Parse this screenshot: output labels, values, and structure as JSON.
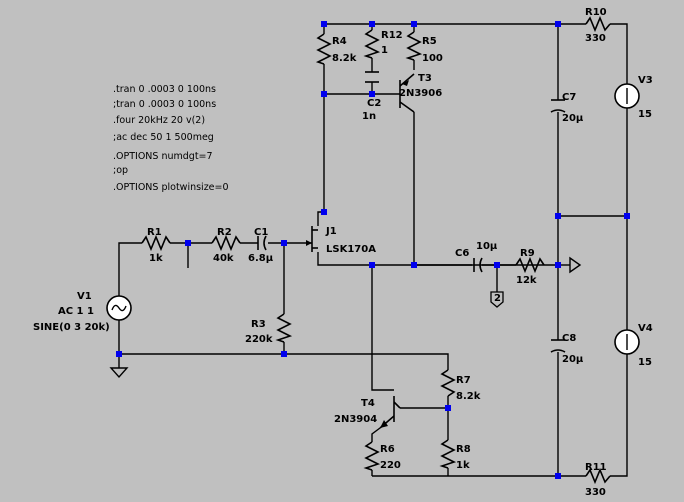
{
  "colors": {
    "background": "#c0c0c0",
    "wire": "#000000",
    "node": "#0000ee",
    "source_fill": "#ffffff"
  },
  "directives": [
    ".tran 0 .0003 0 100ns",
    ";tran 0 .0003 0 100ns",
    ".four 20kHz 20 v(2)",
    ";ac dec 50 1 500meg",
    ".OPTIONS numdgt=7",
    ";op",
    ".OPTIONS plotwinsize=0"
  ],
  "components": {
    "R1": {
      "name": "R1",
      "value": "1k"
    },
    "R2": {
      "name": "R2",
      "value": "40k"
    },
    "C1": {
      "name": "C1",
      "value": "6.8µ"
    },
    "R3": {
      "name": "R3",
      "value": "220k"
    },
    "J1": {
      "name": "J1",
      "value": "LSK170A"
    },
    "R4": {
      "name": "R4",
      "value": "8.2k"
    },
    "R12": {
      "name": "R12",
      "value": "1"
    },
    "R5": {
      "name": "R5",
      "value": "100"
    },
    "C2": {
      "name": "C2",
      "value": "1n"
    },
    "T3": {
      "name": "T3",
      "value": "2N3906"
    },
    "C6": {
      "name": "C6",
      "value": "10µ"
    },
    "R9": {
      "name": "R9",
      "value": "12k"
    },
    "R10": {
      "name": "R10",
      "value": "330"
    },
    "R11": {
      "name": "R11",
      "value": "330"
    },
    "C7": {
      "name": "C7",
      "value": "20µ"
    },
    "C8": {
      "name": "C8",
      "value": "20µ"
    },
    "V3": {
      "name": "V3",
      "value": "15"
    },
    "V4": {
      "name": "V4",
      "value": "15"
    },
    "T4": {
      "name": "T4",
      "value": "2N3904"
    },
    "R7": {
      "name": "R7",
      "value": "8.2k"
    },
    "R6": {
      "name": "R6",
      "value": "220"
    },
    "R8": {
      "name": "R8",
      "value": "1k"
    },
    "V1": {
      "name": "V1",
      "value1": "AC 1 1",
      "value2": "SINE(0 3 20k)"
    }
  },
  "net_labels": {
    "output_node": "2"
  }
}
